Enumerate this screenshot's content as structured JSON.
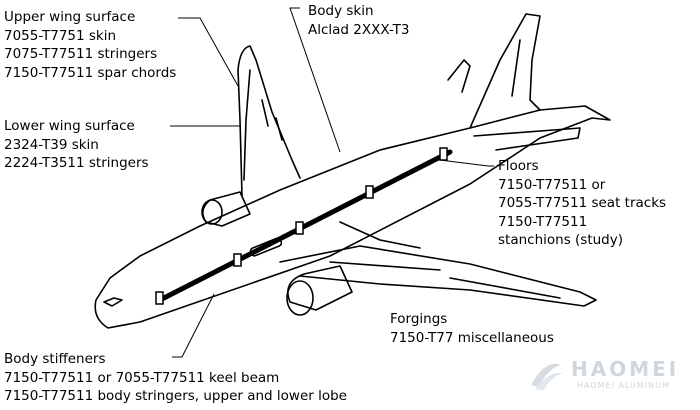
{
  "labels": {
    "upper_wing": {
      "title": "Upper wing surface",
      "lines": [
        "7055-T7751 skin",
        "7075-T77511 stringers",
        "7150-T77511 spar chords"
      ]
    },
    "lower_wing": {
      "title": "Lower wing surface",
      "lines": [
        "2324-T39 skin",
        "2224-T3511 stringers"
      ]
    },
    "body_skin": {
      "title": "Body skin",
      "lines": [
        "Alclad 2XXX-T3"
      ]
    },
    "floors": {
      "title": "Floors",
      "lines": [
        "7150-T77511 or",
        "7055-T77511 seat tracks",
        "7150-T77511",
        "stanchions (study)"
      ]
    },
    "forgings": {
      "title": "Forgings",
      "lines": [
        "7150-T77 miscellaneous"
      ]
    },
    "body_stiffeners": {
      "title": "Body stiffeners",
      "lines": [
        "7150-T77511 or 7055-T77511 keel beam",
        "7150-T77511 body stringers, upper and lower lobe"
      ]
    }
  },
  "watermark": {
    "brand": "HAOMEI",
    "subtitle": "HAOMEI ALUMINUM"
  }
}
